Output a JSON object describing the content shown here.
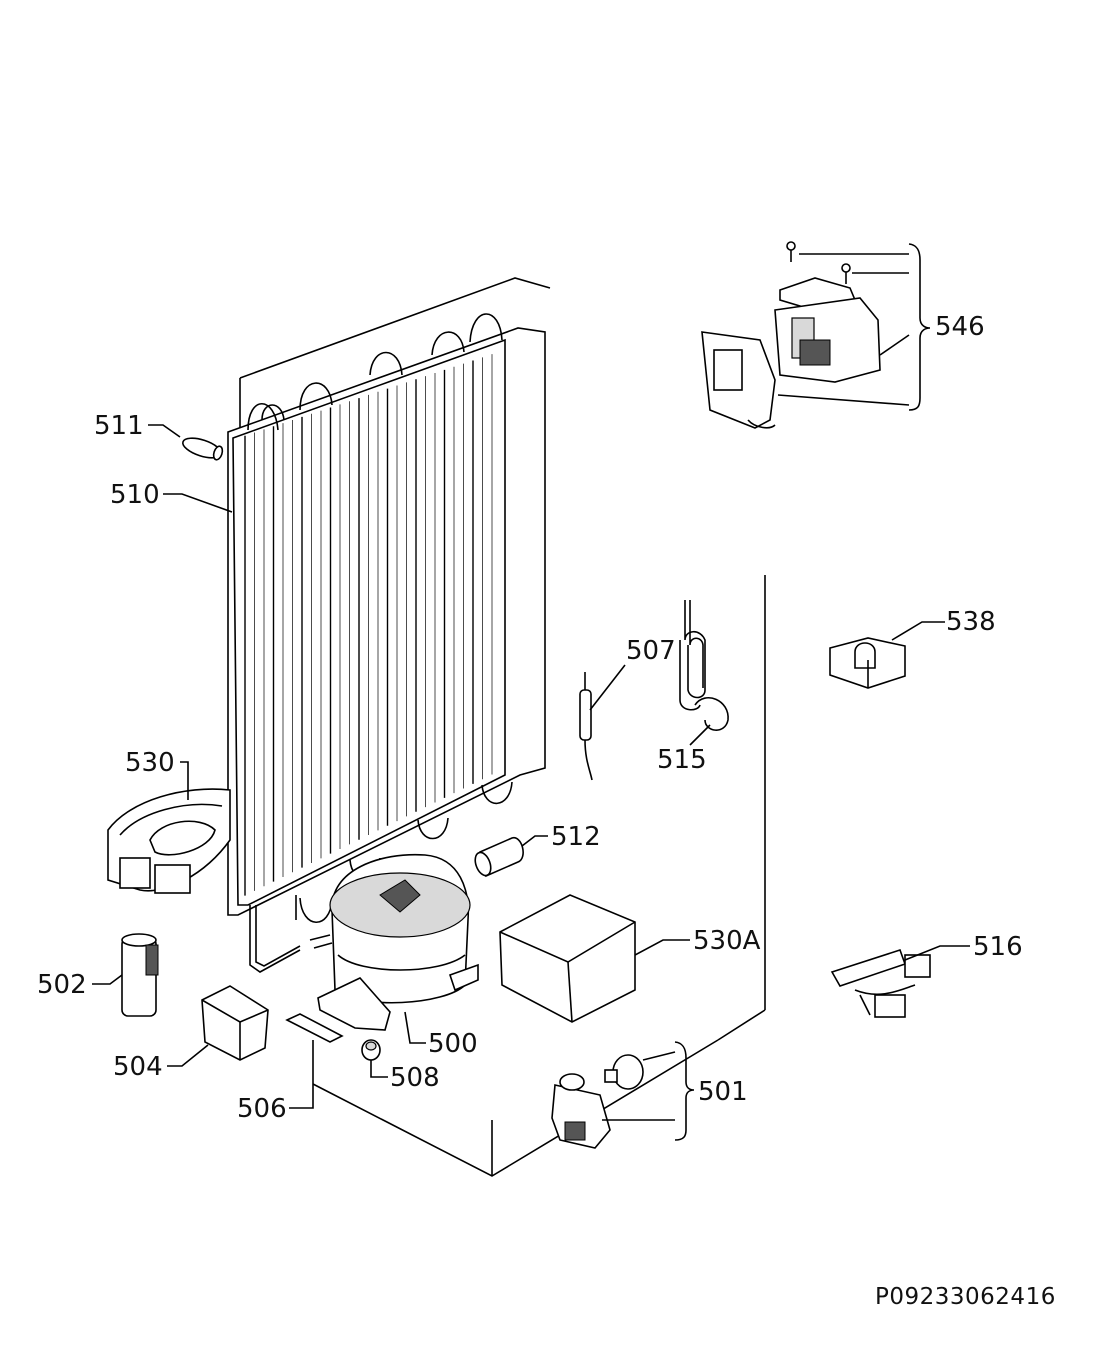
{
  "diagram": {
    "drawing_code": "P09233062416",
    "callouts": [
      {
        "id": "546",
        "label": "546"
      },
      {
        "id": "511",
        "label": "511"
      },
      {
        "id": "510",
        "label": "510"
      },
      {
        "id": "507",
        "label": "507"
      },
      {
        "id": "538",
        "label": "538"
      },
      {
        "id": "515",
        "label": "515"
      },
      {
        "id": "530",
        "label": "530"
      },
      {
        "id": "512",
        "label": "512"
      },
      {
        "id": "530A",
        "label": "530A"
      },
      {
        "id": "516",
        "label": "516"
      },
      {
        "id": "502",
        "label": "502"
      },
      {
        "id": "500",
        "label": "500"
      },
      {
        "id": "504",
        "label": "504"
      },
      {
        "id": "508",
        "label": "508"
      },
      {
        "id": "501",
        "label": "501"
      },
      {
        "id": "506",
        "label": "506"
      }
    ]
  }
}
